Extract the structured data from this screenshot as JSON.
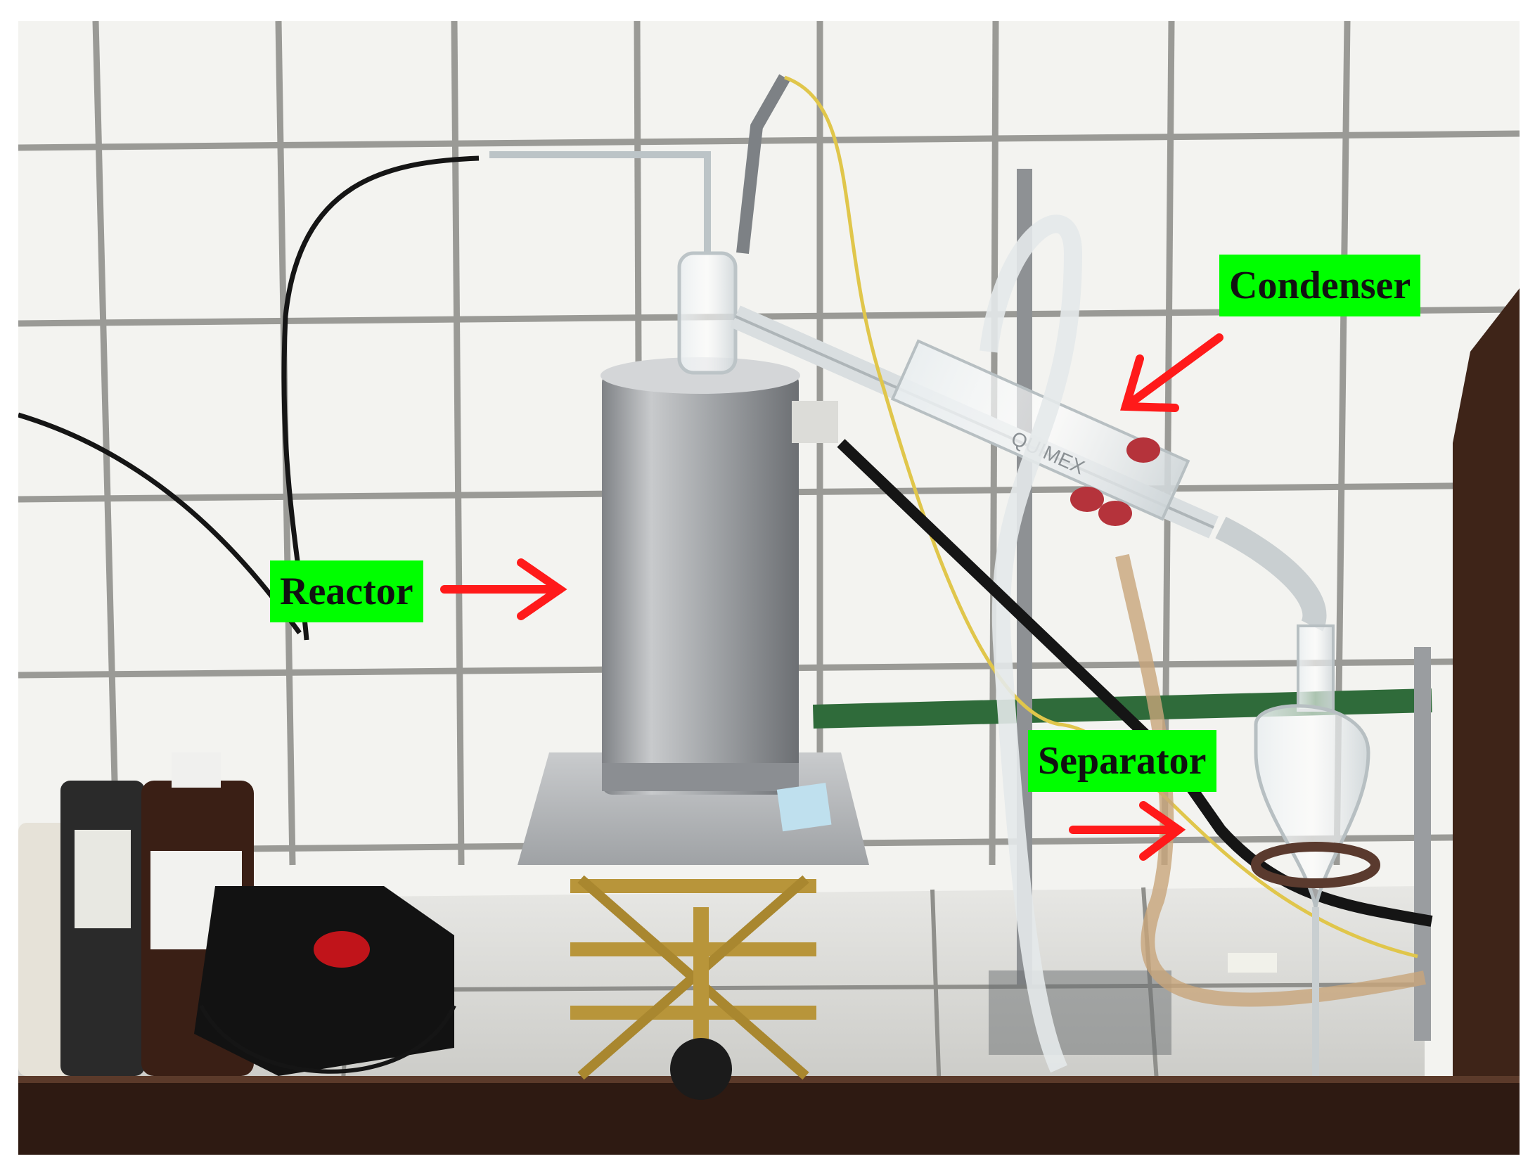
{
  "labels": {
    "reactor": "Reactor",
    "condenser": "Condenser",
    "separator": "Separator"
  },
  "colors": {
    "label_background": "#00ff00",
    "arrow": "#ff1a1a",
    "wall_tile": "#f3f3f0",
    "tile_grout": "#9a9a96",
    "reactor_metal": "#a9abad",
    "wood_frame": "#3e2418"
  },
  "condenser_marking": "QUIMEX"
}
